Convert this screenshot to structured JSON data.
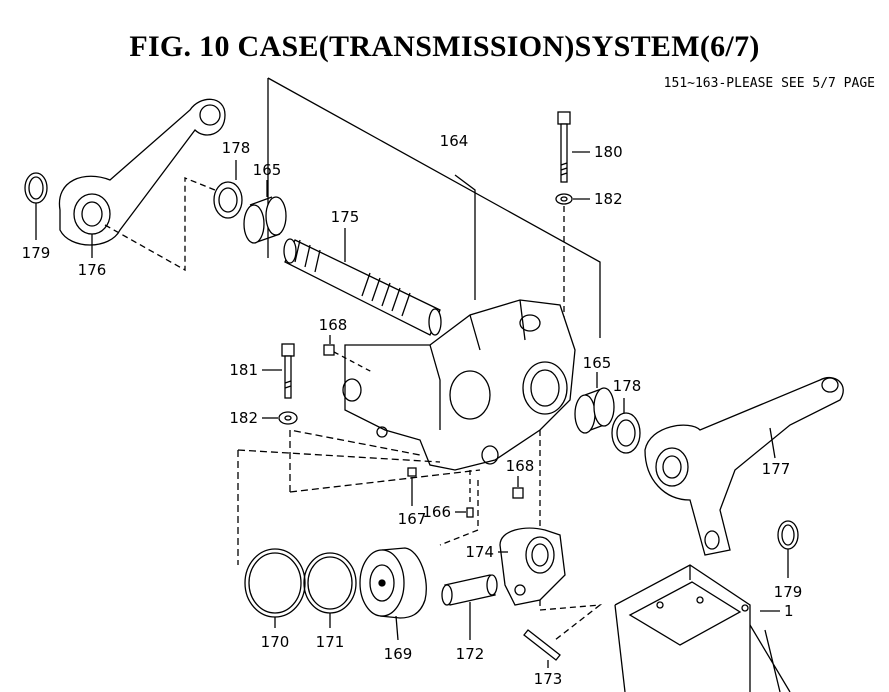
{
  "figure": {
    "title": "FIG. 10  CASE(TRANSMISSION)SYSTEM(6/7)",
    "note": "151~163-PLEASE SEE 5/7 PAGE"
  },
  "callouts": [
    {
      "id": "p178a",
      "label": "178"
    },
    {
      "id": "p165a",
      "label": "165"
    },
    {
      "id": "p164",
      "label": "164"
    },
    {
      "id": "p180",
      "label": "180"
    },
    {
      "id": "p182a",
      "label": "182"
    },
    {
      "id": "p179a",
      "label": "179"
    },
    {
      "id": "p176",
      "label": "176"
    },
    {
      "id": "p175",
      "label": "175"
    },
    {
      "id": "p168a",
      "label": "168"
    },
    {
      "id": "p181",
      "label": "181"
    },
    {
      "id": "p182b",
      "label": "182"
    },
    {
      "id": "p165b",
      "label": "165"
    },
    {
      "id": "p178b",
      "label": "178"
    },
    {
      "id": "p177",
      "label": "177"
    },
    {
      "id": "p168b",
      "label": "168"
    },
    {
      "id": "p167",
      "label": "167"
    },
    {
      "id": "p166",
      "label": "166"
    },
    {
      "id": "p174",
      "label": "174"
    },
    {
      "id": "p179b",
      "label": "179"
    },
    {
      "id": "p1",
      "label": "1"
    },
    {
      "id": "p170",
      "label": "170"
    },
    {
      "id": "p171",
      "label": "171"
    },
    {
      "id": "p169",
      "label": "169"
    },
    {
      "id": "p172",
      "label": "172"
    },
    {
      "id": "p173",
      "label": "173"
    }
  ]
}
